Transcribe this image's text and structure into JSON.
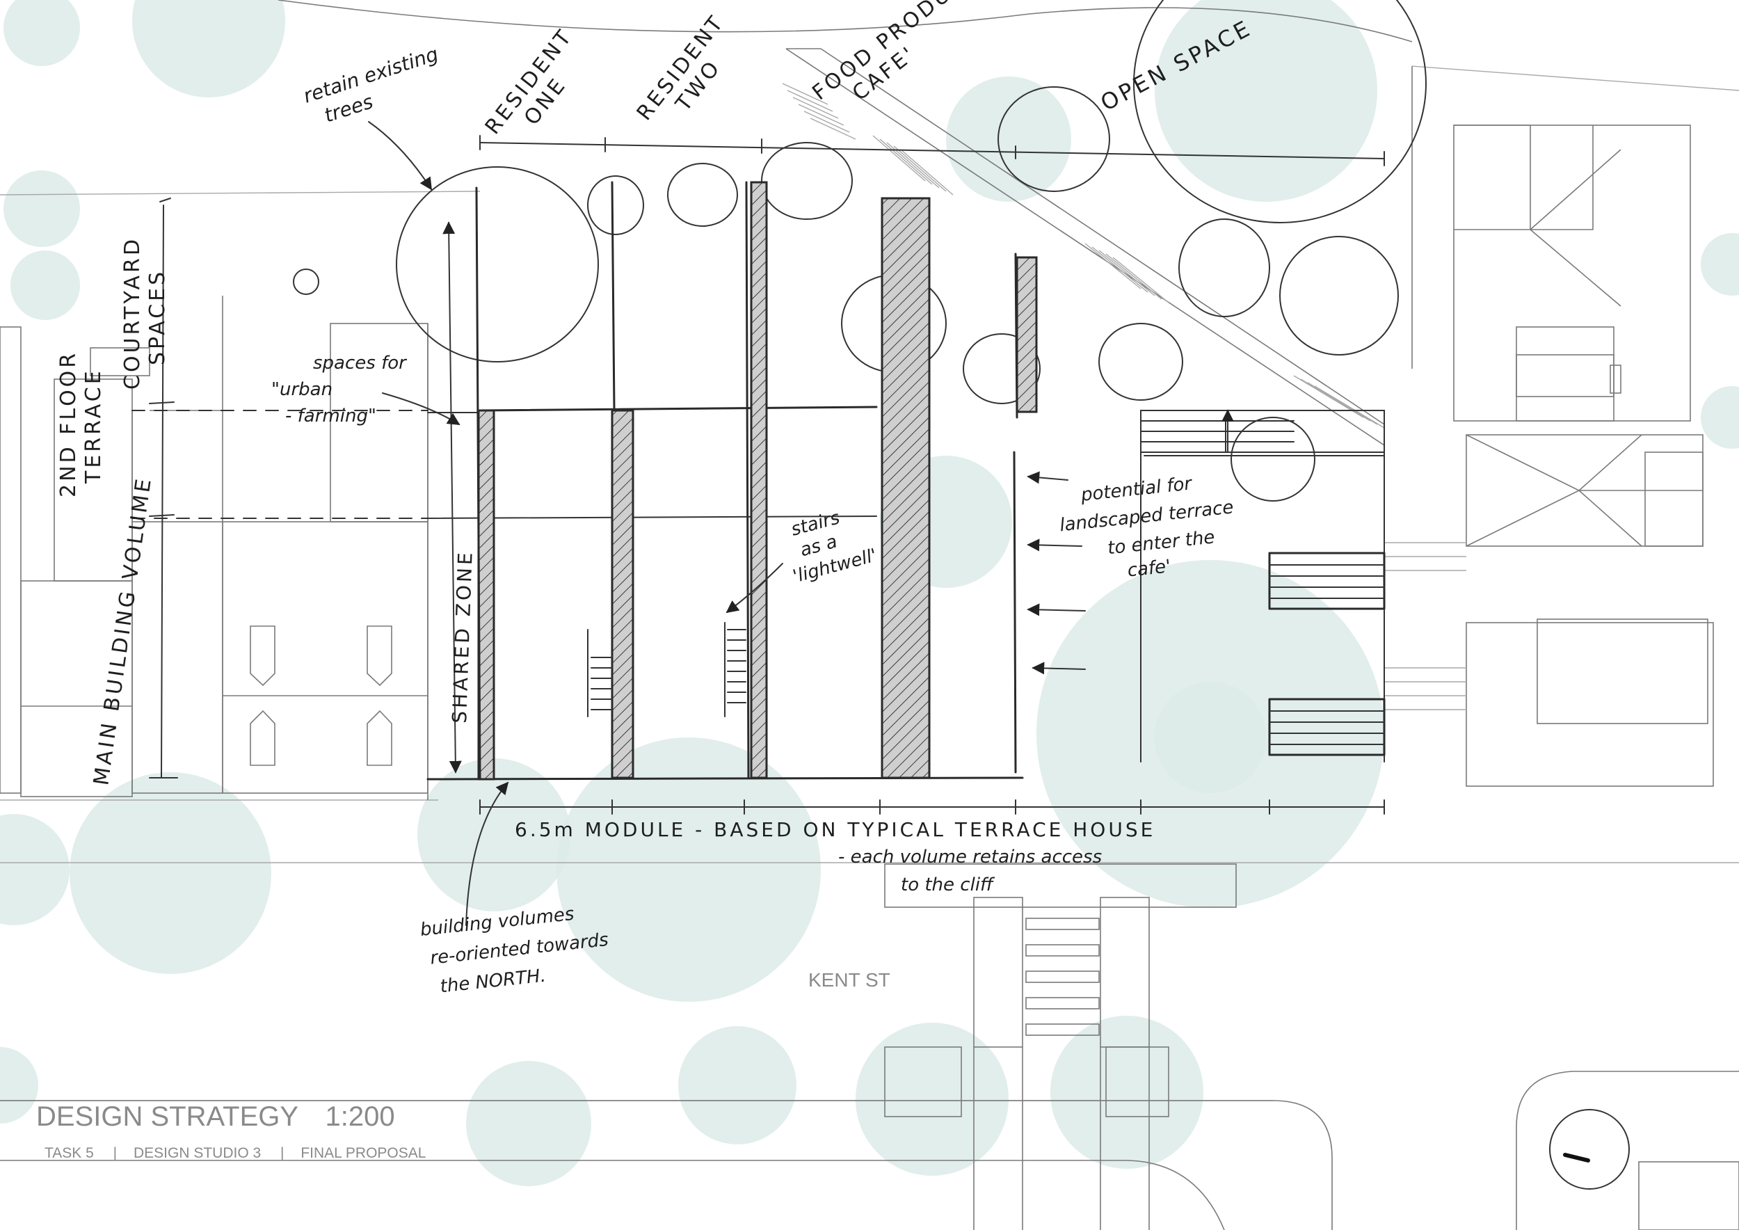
{
  "title_block": {
    "title": "DESIGN STRATEGY",
    "scale": "1:200",
    "task": "TASK 5",
    "studio": "DESIGN STUDIO 3",
    "phase": "FINAL PROPOSAL",
    "separator": "|"
  },
  "street": {
    "name": "KENT ST"
  },
  "annotations": {
    "retain_trees": [
      "retain existing",
      "trees"
    ],
    "resident_one": [
      "RESIDENT",
      "ONE"
    ],
    "resident_two": [
      "RESIDENT",
      "TWO"
    ],
    "food_cafe": [
      "FOOD PRODUCE",
      "CAFE'"
    ],
    "open_space": "OPEN SPACE",
    "courtyard": [
      "COURTYARD",
      "SPACES"
    ],
    "second_floor": [
      "2ND FLOOR",
      "TERRACE"
    ],
    "main_building": "MAIN BUILDING VOLUME",
    "urban_farming": [
      "spaces for",
      "\"urban",
      "- farming\""
    ],
    "shared_zone": "SHARED ZONE",
    "stairs": [
      "stairs",
      "as a",
      "'lightwell'"
    ],
    "landscaped": [
      "potential for",
      "landscaped terrace",
      "to enter the",
      "cafe'"
    ],
    "module": "6.5m MODULE - BASED ON TYPICAL TERRACE HOUSE",
    "access": [
      "- each volume retains access",
      "to the cliff"
    ],
    "north": [
      "building volumes",
      "re-oriented towards",
      "the NORTH."
    ]
  },
  "colors": {
    "tree": "#dcebe7",
    "ink": "#2a2a2a",
    "base_line": "#7a7a7a",
    "print_text": "#8a8a8a"
  },
  "icons": {
    "north_point": "north-arrow-icon"
  }
}
